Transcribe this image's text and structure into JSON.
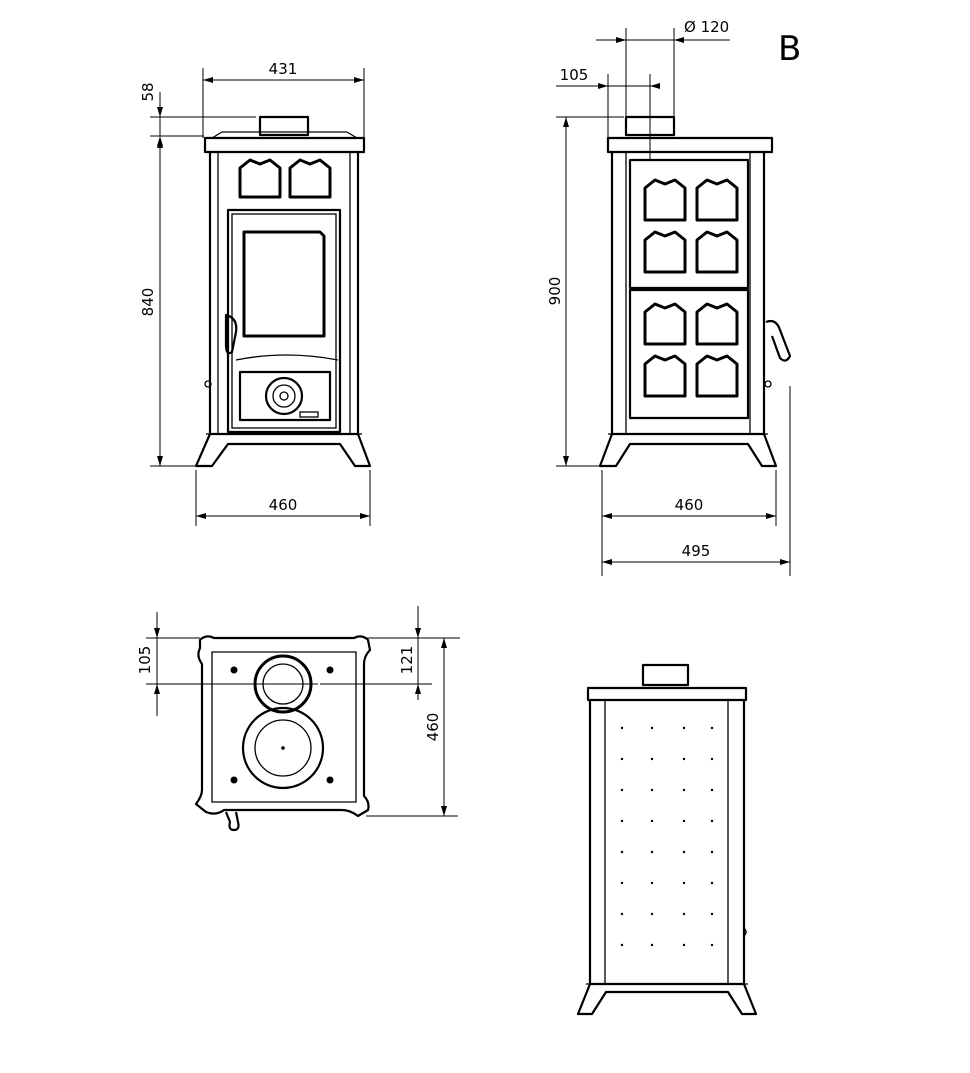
{
  "sheet_label": "B",
  "dimensions": {
    "front": {
      "top_width": "431",
      "collar_height": "58",
      "height": "840",
      "base_width": "460"
    },
    "side": {
      "flue_diameter": "Ø 120",
      "flue_offset": "105",
      "height": "900",
      "base_width": "460",
      "overall_depth": "495"
    },
    "top": {
      "flue_offset_left": "105",
      "flue_offset_right": "121",
      "depth": "460"
    }
  }
}
